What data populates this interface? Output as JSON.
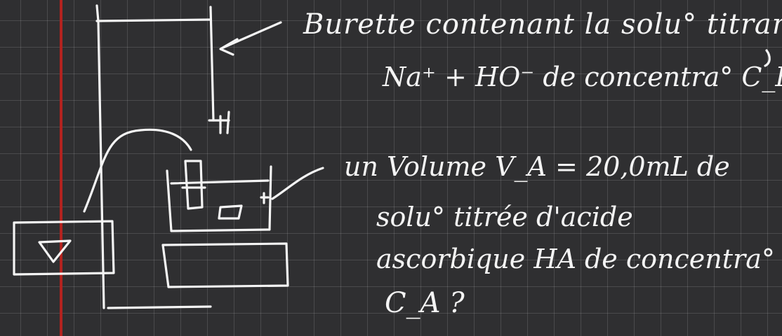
{
  "whiteboard": {
    "background_color": "#2f2f31",
    "grid_color": "#4a4a4c",
    "margin_line_color": "#b3231f",
    "ink_color": "#f4f4f4"
  },
  "annotations": {
    "burette": {
      "line1": "Burette contenant la solu° titrante",
      "line2": "Na⁺ + HO⁻ de concentra° C_B"
    },
    "sample": {
      "line1": "un Volume V_A = 20,0mL de",
      "line2": "solu° titrée d'acide",
      "line3": "ascorbique HA de concentra°",
      "line4": "C_A ?"
    }
  }
}
